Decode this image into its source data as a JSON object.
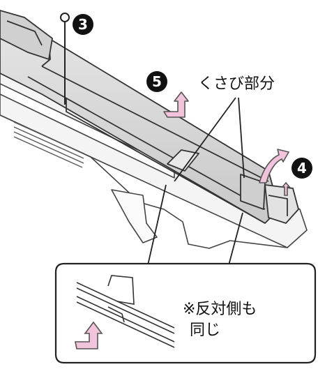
{
  "callouts": {
    "screw_step": "3",
    "slide_step": "5",
    "lift_step": "4"
  },
  "labels": {
    "wedge_part": "くさび部分",
    "note_line1": "※反対側も",
    "note_line2": "同じ"
  },
  "colors": {
    "line": "#333333",
    "part_fill": "#d9d9d9",
    "part_dark": "#bdbdbd",
    "arrow_fill": "#f2c4dc",
    "arrow_stroke": "#555555",
    "badge": "#111111"
  },
  "icons": {
    "screw": "screw-icon",
    "arrows": "pink-arrow-icon"
  }
}
